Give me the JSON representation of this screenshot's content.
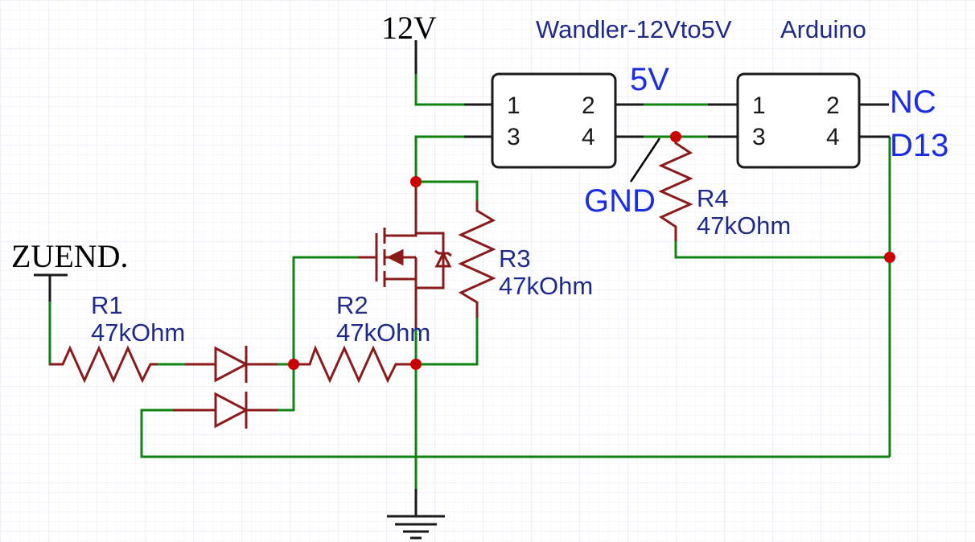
{
  "colors": {
    "background": "#ffffff",
    "grid": "#e8eef5",
    "wire": "#108410",
    "component": "#8b1a1a",
    "junction": "#cc0000",
    "designator": "#1f2a8a",
    "netlabel": "#1a2de0",
    "power": "#000000"
  },
  "power": {
    "supply": "12V",
    "input": "ZUEND."
  },
  "modules": {
    "converter": {
      "title": "Wandler-12Vto5V",
      "pins": [
        "1",
        "2",
        "3",
        "4"
      ]
    },
    "arduino": {
      "title": "Arduino",
      "pins": [
        "1",
        "2",
        "3",
        "4"
      ]
    }
  },
  "nets": {
    "v5": "5V",
    "gnd": "GND",
    "nc": "NC",
    "d13": "D13"
  },
  "resistors": [
    {
      "ref": "R1",
      "value": "47kOhm"
    },
    {
      "ref": "R2",
      "value": "47kOhm"
    },
    {
      "ref": "R3",
      "value": "47kOhm"
    },
    {
      "ref": "R4",
      "value": "47kOhm"
    }
  ]
}
